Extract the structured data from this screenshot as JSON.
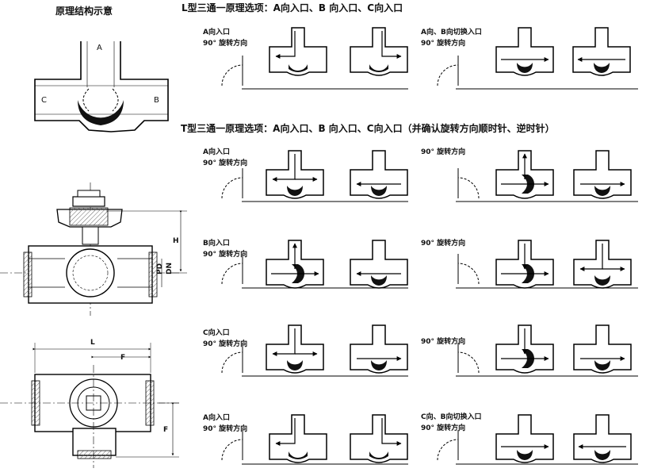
{
  "headings": {
    "schematic_title": "原理结构示意",
    "l_type_title": "L型三通一原理选项：A向入口、B 向入口、C向入口",
    "t_type_title": "T型三通一原理选项：A向入口、B 向入口、C向入口（并确认旋转方向顺时针、逆时针）"
  },
  "schematic": {
    "port_a": "A",
    "port_b": "B",
    "port_c": "C"
  },
  "dimensions": {
    "h": "H",
    "l": "L",
    "f_top": "F",
    "f_side": "F",
    "pd": "PD",
    "dn": "DN"
  },
  "l_type": {
    "left": {
      "line1": "A向入口",
      "line2": "90° 旋转方向"
    },
    "right": {
      "line1": "A向、B向切换入口",
      "line2": "90° 旋转方向"
    }
  },
  "t_type": {
    "rows": [
      {
        "left_line1": "A向入口",
        "left_line2": "90° 旋转方向",
        "right_line1": "90° 旋转方向",
        "right_line2": ""
      },
      {
        "left_line1": "B向入口",
        "left_line2": "90° 旋转方向",
        "right_line1": "90° 旋转方向",
        "right_line2": ""
      },
      {
        "left_line1": "C向入口",
        "left_line2": "90° 旋转方向",
        "right_line1": "90° 旋转方向",
        "right_line2": ""
      },
      {
        "left_line1": "A向入口",
        "left_line2": "90° 旋转方向",
        "right_line1": "C向、B向切换入口",
        "right_line2": "90° 旋转方向"
      }
    ]
  }
}
